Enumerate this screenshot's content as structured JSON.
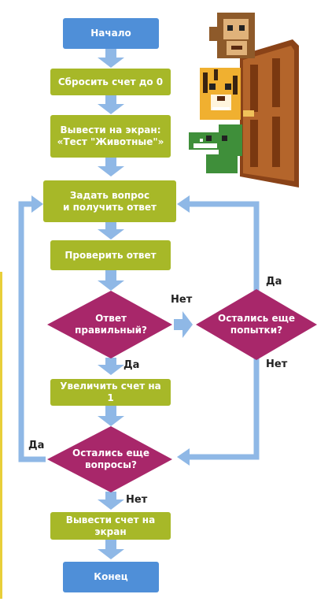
{
  "nodes": {
    "start": "Начало",
    "reset": "Сбросить счет до 0",
    "show_line1": "Вывести на экран:",
    "show_line2": "«Тест \"Животные\"»",
    "ask_line1": "Задать вопрос",
    "ask_line2": "и получить ответ",
    "check": "Проверить ответ",
    "correct_line1": "Ответ",
    "correct_line2": "правильный?",
    "attempts_line1": "Остались еще",
    "attempts_line2": "попытки?",
    "increment": "Увеличить счет на 1",
    "questions_line1": "Остались еще",
    "questions_line2": "вопросы?",
    "output": "Вывести счет на экран",
    "end": "Конец"
  },
  "labels": {
    "no_correct": "Нет",
    "yes_attempts": "Да",
    "no_attempts": "Нет",
    "yes_correct": "Да",
    "yes_questions": "Да",
    "no_questions": "Нет"
  },
  "colors": {
    "terminal": "#4f8fd8",
    "process": "#a7b828",
    "decision": "#a8276a",
    "arrow": "#8fb8e6"
  },
  "illustration": [
    "monkey-icon",
    "tiger-icon",
    "crocodile-icon",
    "door-icon"
  ]
}
